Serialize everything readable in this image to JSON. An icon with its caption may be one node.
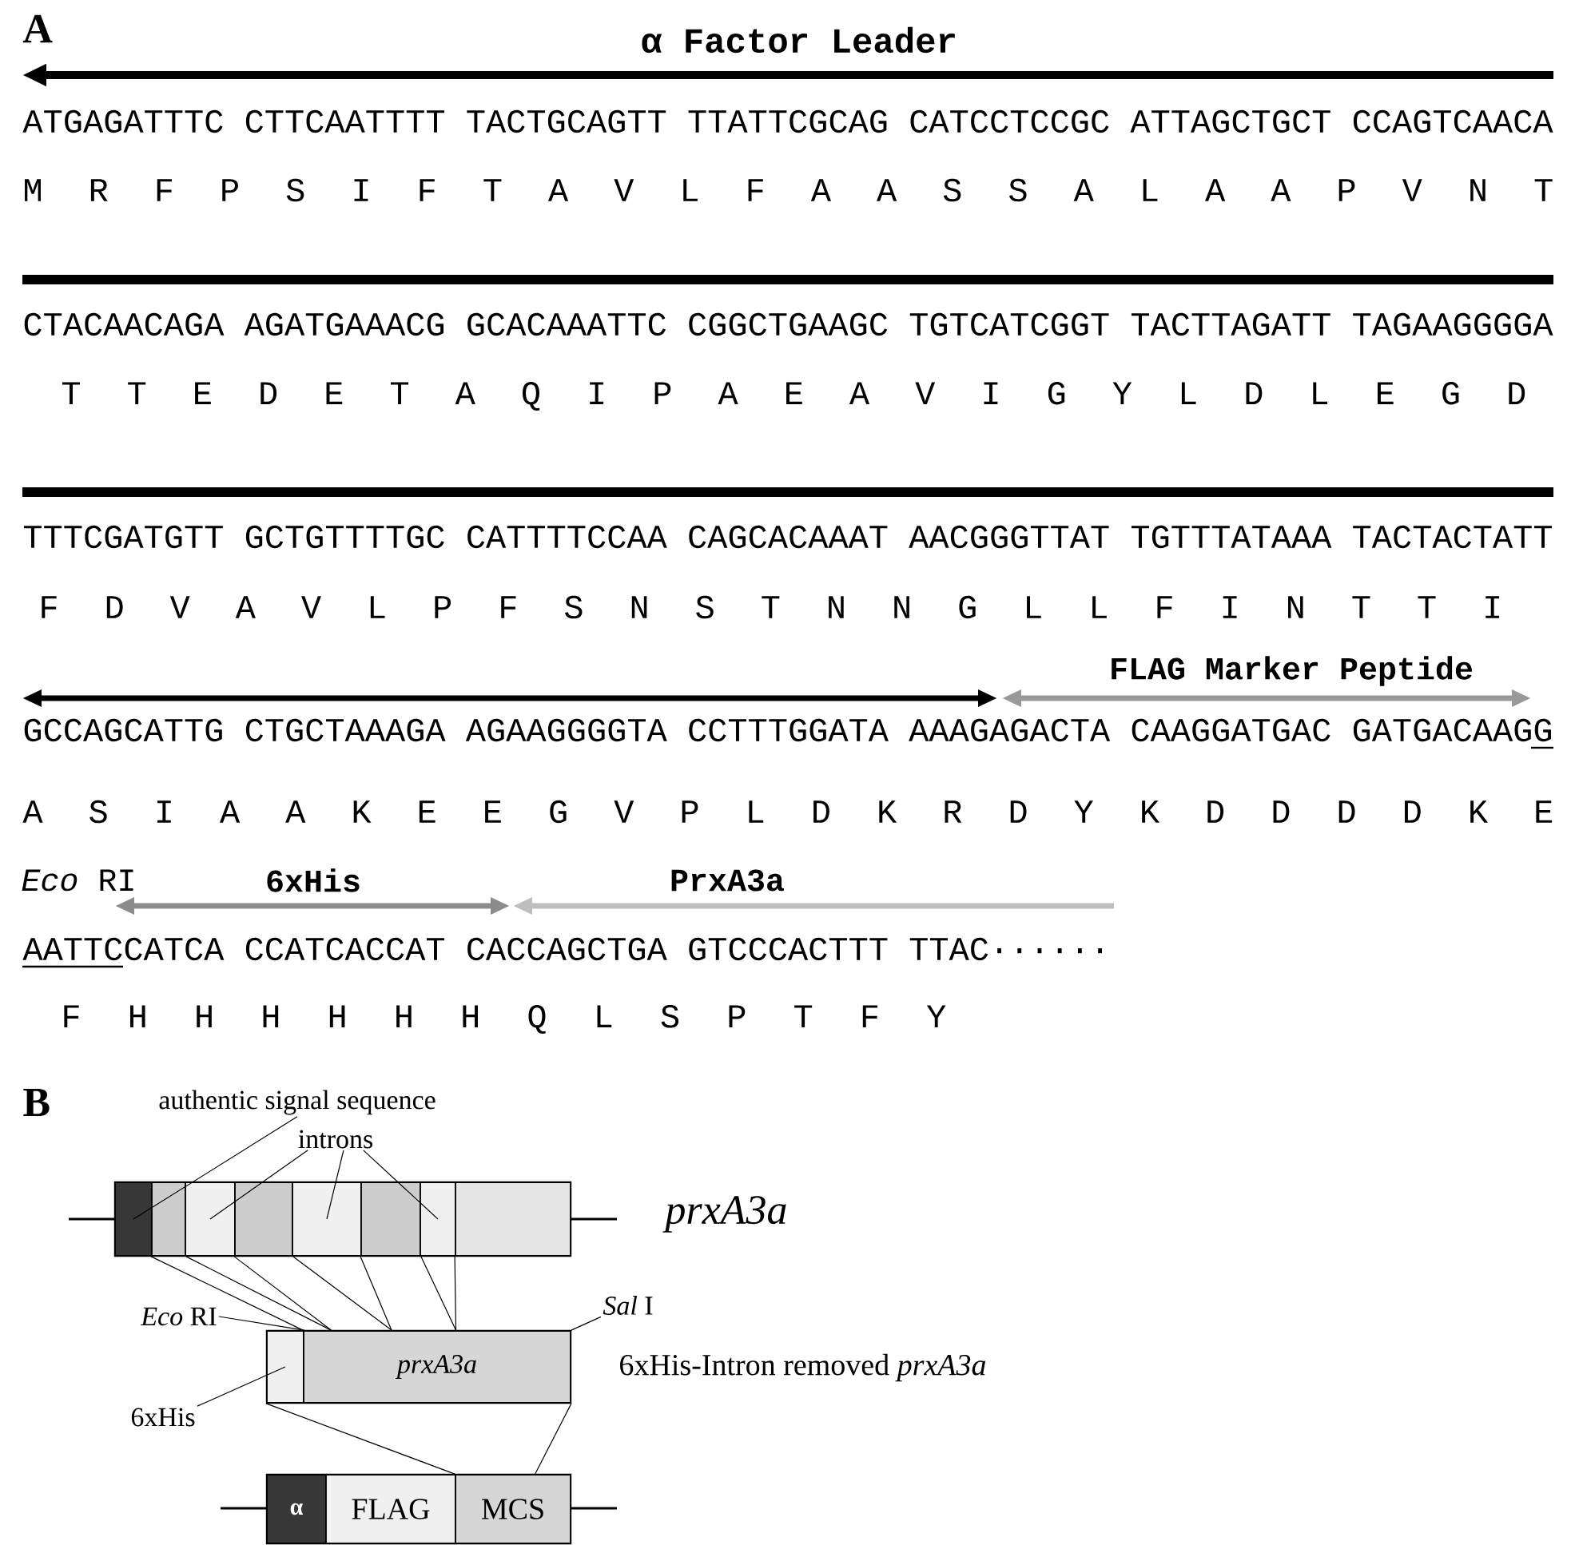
{
  "diagram": {
    "nodes": [
      {
        "text": [
          "authentic signal sequence"
        ]
      },
      {
        "text": [
          "introns"
        ]
      },
      {
        "text": [],
        "shape": "box",
        "beside": [
          "prxA3a"
        ]
      },
      {
        "text": [],
        "shape": "box",
        "in": 2
      },
      {
        "text": [],
        "shape": "box",
        "in": 2
      },
      {
        "text": [],
        "shape": "box",
        "in": 2
      },
      {
        "text": [],
        "shape": "box",
        "in": 2
      },
      {
        "text": [],
        "shape": "box",
        "in": 2
      },
      {
        "text": [],
        "shape": "box",
        "in": 2
      },
      {
        "text": [],
        "shape": "box",
        "in": 2
      },
      {
        "text": [],
        "shape": "box",
        "in": 2
      },
      {
        "text": [],
        "shape": "box",
        "beside": [
          "6xHis-Intron removed *prxA3a*"
        ]
      },
      {
        "text": [],
        "shape": "box",
        "in": 11
      },
      {
        "text": [
          "prxA3a"
        ],
        "in": 11
      },
      {
        "text": [
          "*Eco* RI"
        ]
      },
      {
        "text": [
          "*Sal* I"
        ]
      },
      {
        "text": [
          "6xHis"
        ]
      },
      {
        "text": [],
        "shape": "box"
      },
      {
        "text": [
          "α"
        ],
        "in": 17
      },
      {
        "text": [
          "FLAG"
        ],
        "in": 17
      },
      {
        "text": [
          "MCS"
        ],
        "in": 17
      }
    ],
    "edges": [
      {
        "from": 0,
        "to": 3,
        "arrow": "none"
      },
      {
        "from": 1,
        "to": 5,
        "arrow": "none"
      },
      {
        "from": 1,
        "to": 7,
        "arrow": "none"
      },
      {
        "from": 1,
        "to": 9,
        "arrow": "none"
      },
      {
        "from": 4,
        "to": 13,
        "arrow": "none"
      },
      {
        "from": 4,
        "to": 13,
        "arrow": "none"
      },
      {
        "from": 6,
        "to": 13,
        "arrow": "none"
      },
      {
        "from": 6,
        "to": 13,
        "arrow": "none"
      },
      {
        "from": 8,
        "to": 13,
        "arrow": "none"
      },
      {
        "from": 8,
        "to": 13,
        "arrow": "none"
      },
      {
        "from": 10,
        "to": 13,
        "arrow": "none"
      },
      {
        "from": 14,
        "to": 12,
        "arrow": "none"
      },
      {
        "from": 15,
        "to": 13,
        "arrow": "none"
      },
      {
        "from": 16,
        "to": 12,
        "arrow": "none"
      },
      {
        "from": 12,
        "to": 20,
        "arrow": "none"
      },
      {
        "from": 13,
        "to": 20,
        "arrow": "none"
      }
    ],
    "labels": [
      "A",
      "α Factor Leader",
      "ATGAGATTTC CTTCAATTTT TACTGCAGTT TTATTCGCAG CATCCTCCGC ATTAGCTGCT CCAGTCAACA",
      "M R F P S I F T A V L F A A S S A L A A P V N T",
      "CTACAACAGA AGATGAAACG GCACAAATTC CGGCTGAAGC TGTCATCGGT TACTTAGATT TAGAAGGGGA",
      "T T E D E T A Q I P A E A V I G Y L D L E G D",
      "TTTCGATGTT GCTGTTTTGC CATTTTCCAA CAGCACAAAT AACGGGTTAT TGTTTATAAA TACTACTATT",
      "F D V A V L P F S N S T N N G L L F I N T T I",
      "FLAG Marker Peptide",
      "GCCAGCATTG CTGCTAAAGA AGAAGGGGTA CCTTTGGATA AAAGAGACTA CAAGGATGAC GATGACAAGG",
      "A S I A A K E E G V P L D K R D Y K D D D D K E",
      "*Eco* RI",
      "6xHis",
      "PrxA3a",
      "AATTCCATCA CCATCACCAT CACCAGCTGA GTCCCACTTT TTAC······",
      "F H H H H H H Q L S P T F Y",
      "B"
    ]
  }
}
